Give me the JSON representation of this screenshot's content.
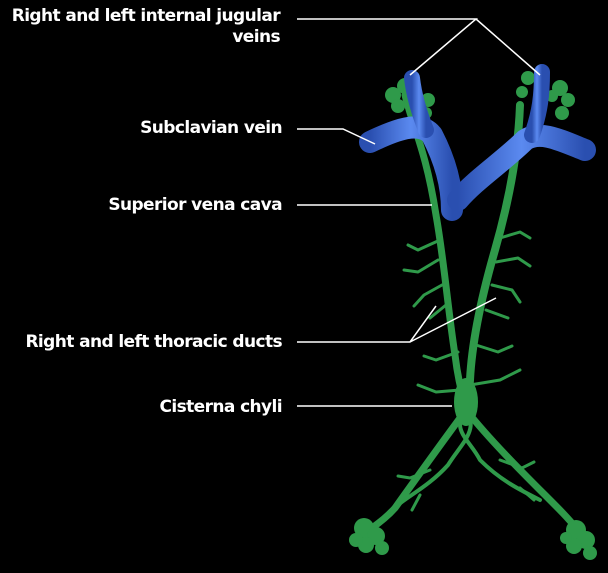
{
  "labels": {
    "jugular_line1": "Right and left internal jugular",
    "jugular_line2": "veins",
    "subclavian": "Subclavian vein",
    "svc": "Superior vena cava",
    "thoracic": "Right and left thoracic ducts",
    "cisterna": "Cisterna chyli"
  },
  "colors": {
    "background": "#000000",
    "vein": "#3f6fd6",
    "lymph": "#2f9a4a",
    "leader_line": "#ffffff"
  }
}
